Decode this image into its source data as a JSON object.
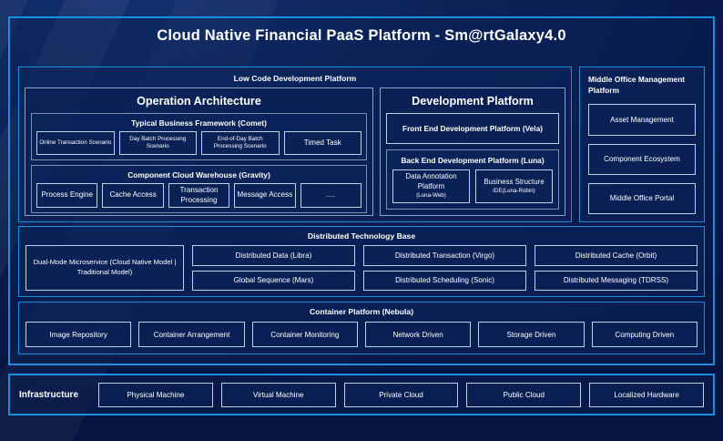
{
  "theme": {
    "background": "#0a1e4a",
    "accent_border": "#1b8fe0",
    "box_border": "#c3cfe4",
    "group_border": "#7e8fb2",
    "text": "#ffffff"
  },
  "title": "Cloud Native Financial PaaS Platform - Sm@rtGalaxy4.0",
  "low_code": {
    "title": "Low Code Development Platform",
    "operation_architecture": {
      "title": "Operation Architecture",
      "groups": [
        {
          "title": "Typical Business Framework (Comet)",
          "items": [
            "Online Transaction Scenario",
            "Day Batch Processing Scenario",
            "End-of-Day Batch Processing Scenario",
            "Timed Task"
          ]
        },
        {
          "title": "Component Cloud Warehouse (Gravity)",
          "items": [
            "Process Engine",
            "Cache Access",
            "Transaction Processing",
            "Message Access",
            "......"
          ]
        }
      ]
    },
    "development_platform": {
      "title": "Development Platform",
      "front_end": "Front End Development Platform (Vela)",
      "back_end": {
        "title": "Back End Development Platform (Luna)",
        "items": [
          {
            "main": "Data Annotation Platform",
            "sub": "(Luna-Web)"
          },
          {
            "main": "Business Structure",
            "sub": "IDE(Luna-Robin)"
          }
        ]
      }
    }
  },
  "middle_office": {
    "title": "Middle Office Management Platform",
    "items": [
      "Asset Management",
      "Component Ecosystem",
      "Middle Office Portal"
    ]
  },
  "distributed_base": {
    "title": "Distributed Technology Base",
    "highlight": "Dual-Mode Microservice (Cloud Native Model | Traditional Model)",
    "columns": [
      [
        "Distributed Data (Libra)",
        "Global Sequence (Mars)"
      ],
      [
        "Distributed Transaction (Virgo)",
        "Distributed Scheduling (Sonic)"
      ],
      [
        "Distributed Cache (Orbit)",
        "Distributed Messaging (TDRSS)"
      ]
    ]
  },
  "container_platform": {
    "title": "Container Platform (Nebula)",
    "items": [
      "Image Repository",
      "Container Arrangement",
      "Container Monitoring",
      "Network Driven",
      "Storage Driven",
      "Computing Driven"
    ]
  },
  "infrastructure": {
    "label": "Infrastructure",
    "items": [
      "Physical Machine",
      "Virtual Machine",
      "Private Cloud",
      "Public Cloud",
      "Localized Hardware"
    ]
  }
}
